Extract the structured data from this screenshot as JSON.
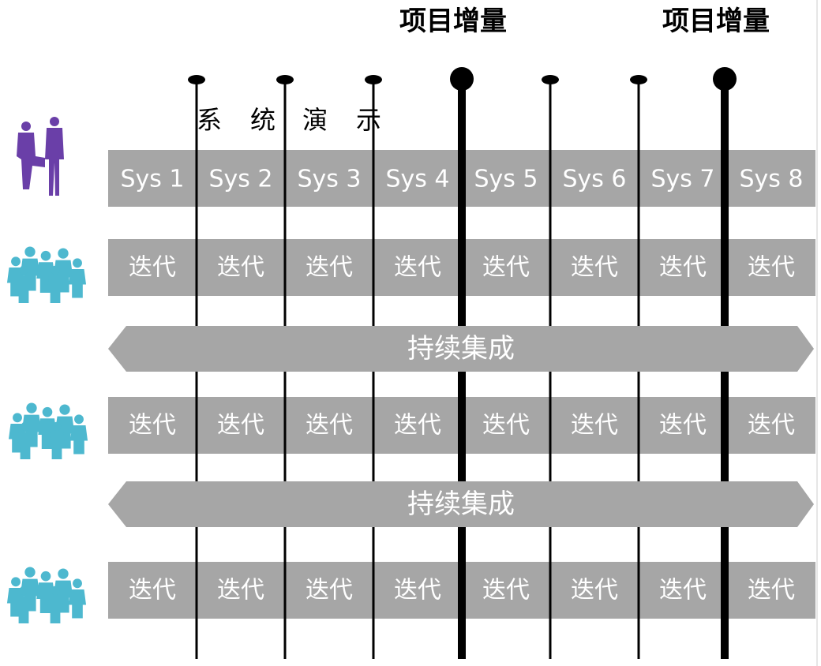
{
  "colors": {
    "band": "#a6a6a6",
    "band_text": "#ffffff",
    "line": "#000000",
    "people_leaders": "#6a3fa8",
    "people_team": "#4db8cf"
  },
  "milestone_labels": [
    "项目增量",
    "项目增量"
  ],
  "demo_label_chars": [
    "系",
    "统",
    "演",
    "示"
  ],
  "sys_labels": [
    "Sys 1",
    "Sys 2",
    "Sys 3",
    "Sys 4",
    "Sys 5",
    "Sys 6",
    "Sys 7",
    "Sys 8"
  ],
  "iteration_label": "迭代",
  "integration_label": "持续集成",
  "icons": {
    "leaders": "business-people-icon",
    "team": "team-group-icon"
  },
  "team_rows": 3
}
